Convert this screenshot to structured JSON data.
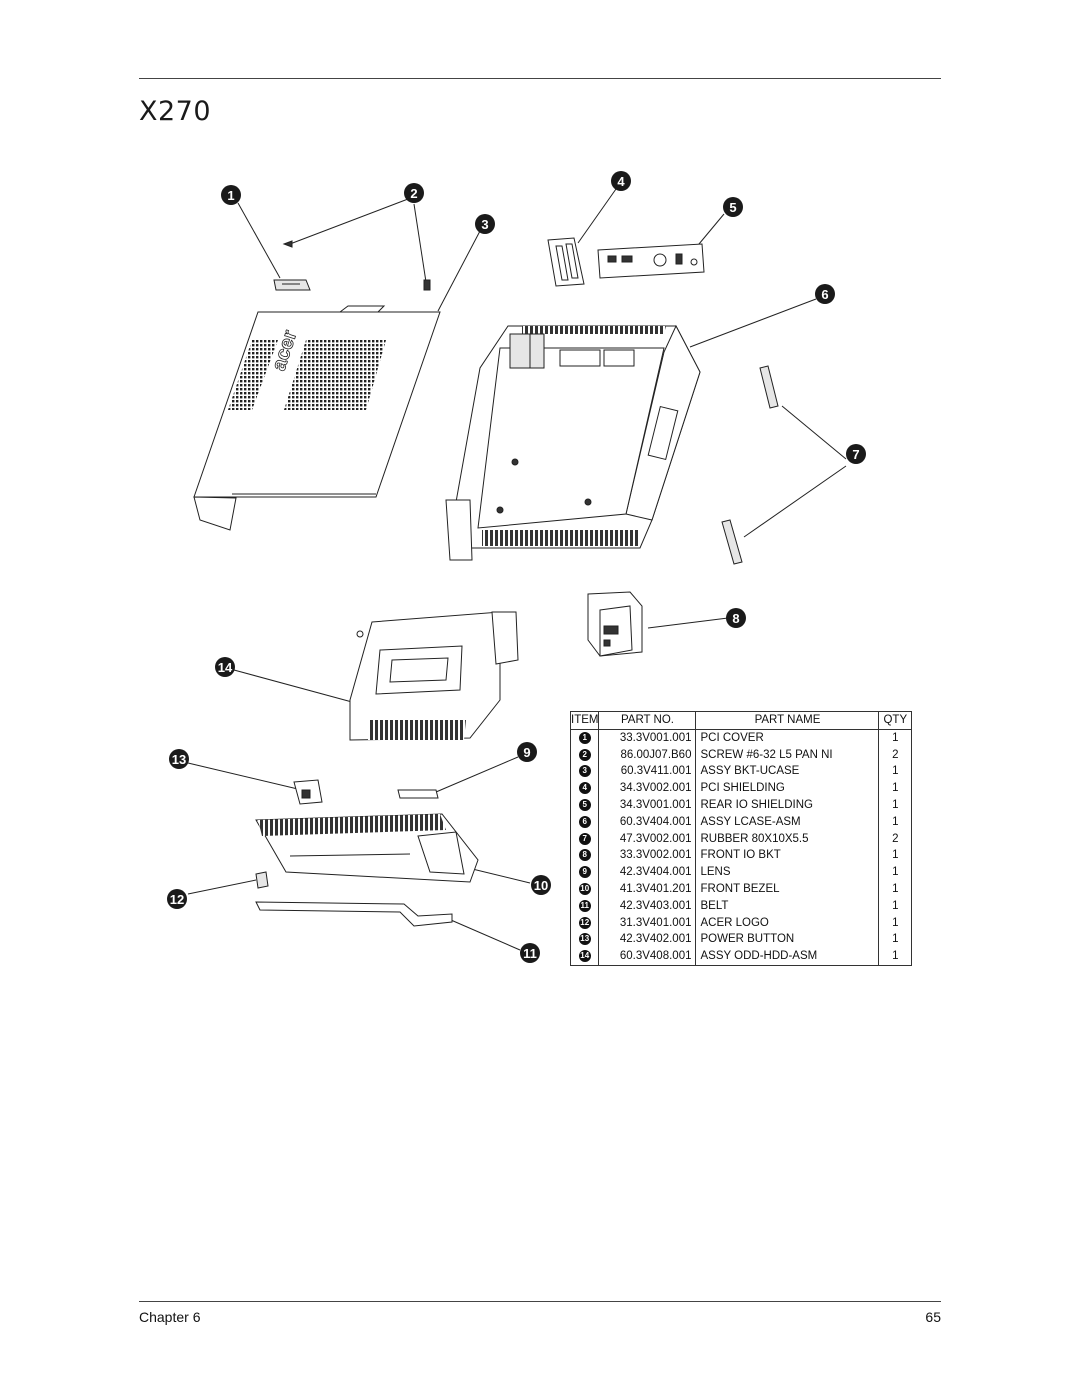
{
  "page": {
    "title": "X270",
    "footer_left": "Chapter 6",
    "footer_right": "65"
  },
  "diagram": {
    "logo_text": "acer",
    "callouts": [
      "1",
      "2",
      "3",
      "4",
      "5",
      "6",
      "7",
      "8",
      "9",
      "10",
      "11",
      "12",
      "13",
      "14"
    ]
  },
  "table": {
    "headers": {
      "item": "ITEM",
      "part_no": "PART NO.",
      "part_name": "PART NAME",
      "qty": "QTY"
    },
    "rows": [
      {
        "item": "1",
        "part_no": "33.3V001.001",
        "part_name": "PCI COVER",
        "qty": "1"
      },
      {
        "item": "2",
        "part_no": "86.00J07.B60",
        "part_name": "SCREW #6-32 L5 PAN NI",
        "qty": "2"
      },
      {
        "item": "3",
        "part_no": "60.3V411.001",
        "part_name": "ASSY BKT-UCASE",
        "qty": "1"
      },
      {
        "item": "4",
        "part_no": "34.3V002.001",
        "part_name": "PCI SHIELDING",
        "qty": "1"
      },
      {
        "item": "5",
        "part_no": "34.3V001.001",
        "part_name": "REAR IO SHIELDING",
        "qty": "1"
      },
      {
        "item": "6",
        "part_no": "60.3V404.001",
        "part_name": "ASSY LCASE-ASM",
        "qty": "1"
      },
      {
        "item": "7",
        "part_no": "47.3V002.001",
        "part_name": "RUBBER 80X10X5.5",
        "qty": "2"
      },
      {
        "item": "8",
        "part_no": "33.3V002.001",
        "part_name": "FRONT IO BKT",
        "qty": "1"
      },
      {
        "item": "9",
        "part_no": "42.3V404.001",
        "part_name": "LENS",
        "qty": "1"
      },
      {
        "item": "10",
        "part_no": "41.3V401.201",
        "part_name": "FRONT BEZEL",
        "qty": "1"
      },
      {
        "item": "11",
        "part_no": "42.3V403.001",
        "part_name": "BELT",
        "qty": "1"
      },
      {
        "item": "12",
        "part_no": "31.3V401.001",
        "part_name": "ACER LOGO",
        "qty": "1"
      },
      {
        "item": "13",
        "part_no": "42.3V402.001",
        "part_name": "POWER BUTTON",
        "qty": "1"
      },
      {
        "item": "14",
        "part_no": "60.3V408.001",
        "part_name": "ASSY ODD-HDD-ASM",
        "qty": "1"
      }
    ]
  }
}
